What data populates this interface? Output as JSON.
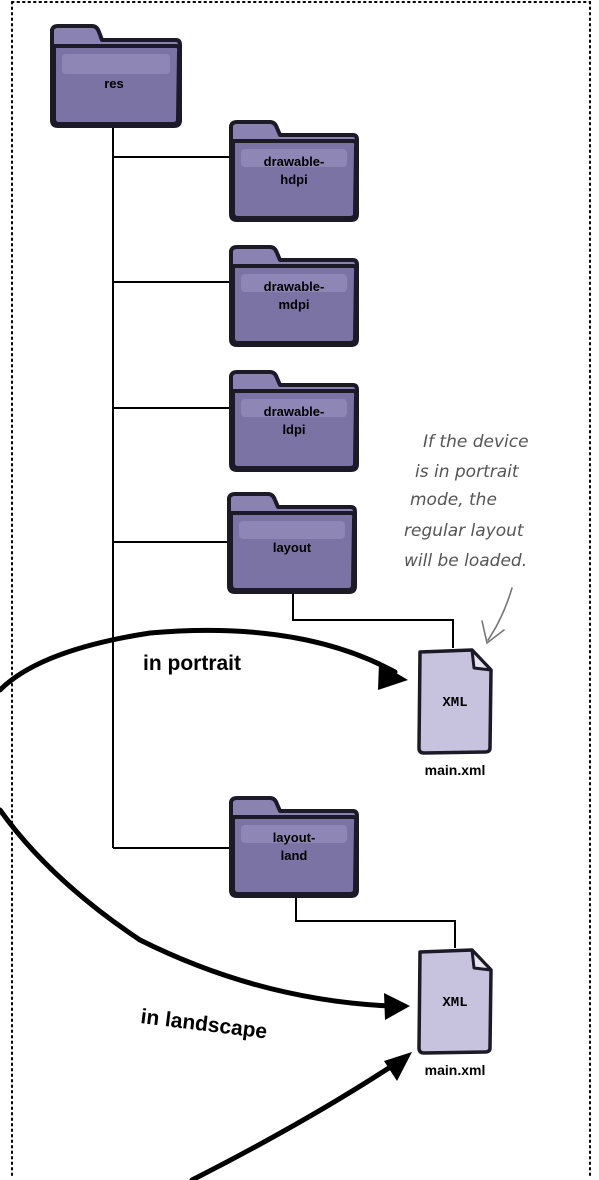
{
  "folders": {
    "res": {
      "label": "res"
    },
    "drawable_hdpi": {
      "line1": "drawable-",
      "line2": "hdpi"
    },
    "drawable_mdpi": {
      "line1": "drawable-",
      "line2": "mdpi"
    },
    "drawable_ldpi": {
      "line1": "drawable-",
      "line2": "ldpi"
    },
    "layout": {
      "label": "layout"
    },
    "layout_land": {
      "line1": "layout-",
      "line2": "land"
    }
  },
  "files": {
    "portrait": {
      "icon_text": "XML",
      "caption": "main.xml"
    },
    "landscape": {
      "icon_text": "XML",
      "caption": "main.xml"
    }
  },
  "arrows": {
    "portrait_label": "in portrait",
    "landscape_label": "in landscape"
  },
  "note": {
    "lines": [
      "If the device",
      "is in portrait",
      "mode, the",
      "regular layout",
      "will be loaded."
    ]
  },
  "colors": {
    "folder": "#7b73a4",
    "folder_tab": "#8a83b2",
    "document": "#c7c2dd",
    "outline": "#1c1a26",
    "note": "#555555"
  }
}
